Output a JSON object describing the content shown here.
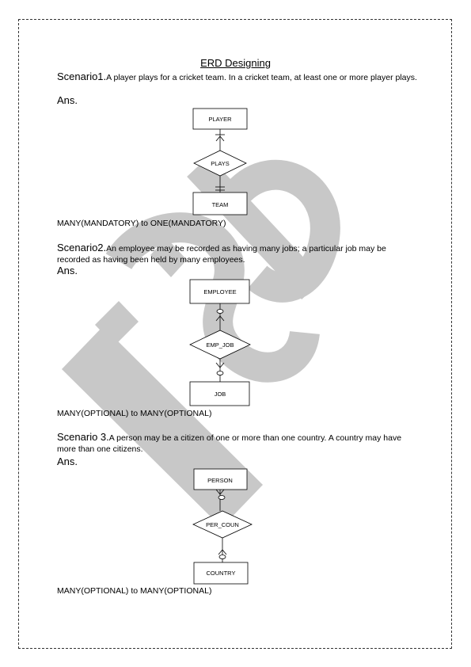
{
  "title": "ERD Designing",
  "watermark": "ISP",
  "scenarios": [
    {
      "lead": "Scenario1.",
      "text": "A player plays for a cricket team. In a cricket team, at least one or more player plays.",
      "ans": "Ans.",
      "entities": [
        "PLAYER",
        "TEAM"
      ],
      "relationship": "PLAYS",
      "cardinality": "MANY(MANDATORY) to ONE(MANDATORY)"
    },
    {
      "lead": "Scenario2.",
      "text": "An employee may be recorded as having many jobs; a particular job may be recorded as having been held by many employees.",
      "ans": "Ans.",
      "entities": [
        "EMPLOYEE",
        "JOB"
      ],
      "relationship": "EMP_JOB",
      "cardinality": "MANY(OPTIONAL) to MANY(OPTIONAL)"
    },
    {
      "lead": "Scenario 3.",
      "text": "A person may be a citizen of one or more than one country. A country may have more than one citizens.",
      "ans": "Ans.",
      "entities": [
        "PERSON",
        "COUNTRY"
      ],
      "relationship": "PER_COUN",
      "cardinality": "MANY(OPTIONAL) to MANY(OPTIONAL)"
    }
  ]
}
